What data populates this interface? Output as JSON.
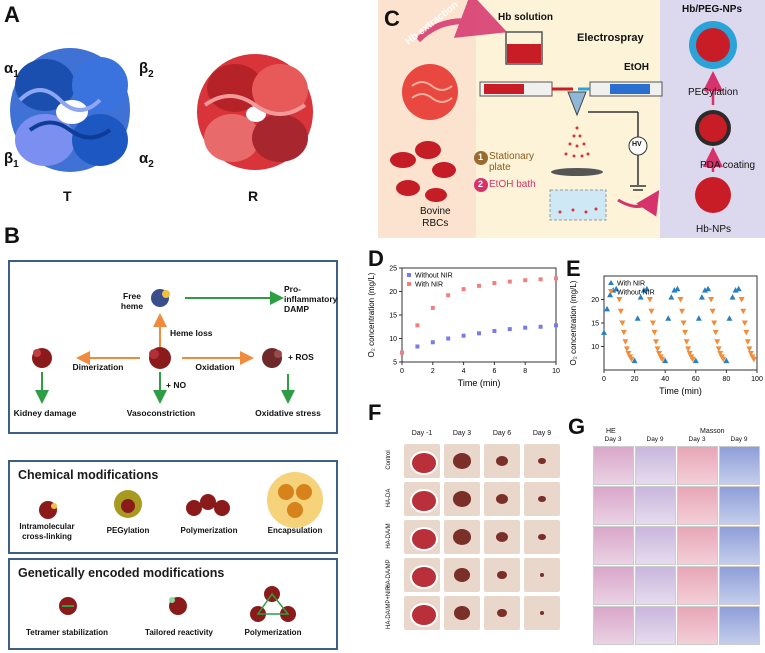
{
  "panels": {
    "A": {
      "label": "A",
      "subunits": [
        "α",
        "β",
        "β",
        "α"
      ],
      "subunit_subs": [
        "1",
        "2",
        "1",
        "2"
      ],
      "states": [
        "T",
        "R"
      ]
    },
    "B": {
      "label": "B",
      "pathway": {
        "free_heme": "Free heme",
        "pro_inflammatory": "Pro-\ninflammatory\nDAMP",
        "heme_loss": "Heme loss",
        "dimerization": "Dimerization",
        "oxidation": "Oxidation",
        "plus_ros": "+ ROS",
        "plus_no": "+ NO",
        "kidney_damage": "Kidney damage",
        "vasoconstriction": "Vasoconstriction",
        "oxidative_stress": "Oxidative stress"
      },
      "chemical": {
        "title": "Chemical modifications",
        "items": [
          "Intramolecular\ncross-linking",
          "PEGylation",
          "Polymerization",
          "Encapsulation"
        ]
      },
      "genetic": {
        "title": "Genetically encoded modifications",
        "items": [
          "Tetramer stabilization",
          "Tailored reactivity",
          "Polymerization"
        ]
      }
    },
    "C": {
      "label": "C",
      "hb_extraction": "Hb extraction",
      "hb_solution": "Hb solution",
      "electrospray": "Electrospray",
      "etoh": "EtOH",
      "hv": "HV",
      "stationary_plate": "Stationary\nplate",
      "step1": "1",
      "step2": "2",
      "etoh_bath": "EtOH bath",
      "bovine_rbcs": "Bovine\nRBCs",
      "hb_peg_nps": "Hb/PEG-NPs",
      "pegylation": "PEGylation",
      "pda_coating": "PDA coating",
      "hb_nps": "Hb-NPs"
    },
    "D": {
      "label": "D"
    },
    "E": {
      "label": "E"
    },
    "F": {
      "label": "F",
      "columns": [
        "Day -1",
        "Day 3",
        "Day 6",
        "Day 9"
      ],
      "rows": [
        "Control",
        "HA-DA",
        "HA-DA/M",
        "HA-DA/MP",
        "HA-DA/MP+NIR"
      ]
    },
    "G": {
      "label": "G",
      "groups": [
        "HE",
        "Masson"
      ],
      "columns": [
        "Day 3",
        "Day 9",
        "Day 3",
        "Day 9"
      ]
    }
  },
  "chart_data": [
    {
      "type": "scatter",
      "panel": "D",
      "xlabel": "Time (min)",
      "ylabel": "O₂ concentration (mg/L)",
      "xlim": [
        0,
        10
      ],
      "ylim": [
        5,
        25
      ],
      "xticks": [
        0,
        2,
        4,
        6,
        8,
        10
      ],
      "yticks": [
        5,
        10,
        15,
        20,
        25
      ],
      "legend": "top-left",
      "series": [
        {
          "name": "Without NIR",
          "color": "#7b7be8",
          "marker": "square",
          "x": [
            0,
            1,
            2,
            3,
            4,
            5,
            6,
            7,
            8,
            9,
            10
          ],
          "y": [
            7.0,
            8.3,
            9.2,
            10.0,
            10.6,
            11.1,
            11.6,
            12.0,
            12.3,
            12.5,
            12.8
          ]
        },
        {
          "name": "With NIR",
          "color": "#f08080",
          "marker": "square",
          "x": [
            0,
            1,
            2,
            3,
            4,
            5,
            6,
            7,
            8,
            9,
            10
          ],
          "y": [
            7.0,
            12.8,
            16.5,
            19.2,
            20.5,
            21.2,
            21.8,
            22.1,
            22.4,
            22.6,
            22.8
          ]
        }
      ]
    },
    {
      "type": "scatter",
      "panel": "E",
      "xlabel": "Time (min)",
      "ylabel": "O₂ concentration (mg/L)",
      "xlim": [
        0,
        100
      ],
      "ylim": [
        5,
        25
      ],
      "xticks": [
        0,
        20,
        40,
        60,
        80,
        100
      ],
      "yticks": [
        10,
        15,
        20
      ],
      "legend": "top-left",
      "series": [
        {
          "name": "With NIR",
          "color": "#2a7fc1",
          "marker": "triangle-up",
          "x": [
            0,
            2,
            4,
            6,
            8,
            20,
            22,
            24,
            26,
            28,
            40,
            42,
            44,
            46,
            48,
            60,
            62,
            64,
            66,
            68,
            80,
            82,
            84,
            86,
            88
          ],
          "y": [
            13,
            18,
            21,
            22,
            22.3,
            7,
            16,
            20.5,
            22,
            22.3,
            7,
            16,
            20.5,
            22,
            22.3,
            7,
            16,
            20.5,
            22,
            22.3,
            7,
            16,
            20.5,
            22,
            22.3
          ]
        },
        {
          "name": "Without NIR",
          "color": "#f28c38",
          "marker": "triangle-down",
          "x": [
            10,
            11,
            12,
            13,
            14,
            15,
            16,
            17,
            18,
            30,
            31,
            32,
            33,
            34,
            35,
            36,
            37,
            38,
            50,
            51,
            52,
            53,
            54,
            55,
            56,
            57,
            58,
            70,
            71,
            72,
            73,
            74,
            75,
            76,
            77,
            78,
            90,
            91,
            92,
            93,
            94,
            95,
            96,
            97,
            98
          ],
          "y": [
            20,
            17.5,
            15,
            13,
            11,
            9.5,
            8.5,
            7.8,
            7.3,
            20,
            17.5,
            15,
            13,
            11,
            9.5,
            8.5,
            7.8,
            7.3,
            20,
            17.5,
            15,
            13,
            11,
            9.5,
            8.5,
            7.8,
            7.3,
            20,
            17.5,
            15,
            13,
            11,
            9.5,
            8.5,
            7.8,
            7.3,
            20,
            17.5,
            15,
            13,
            11,
            9.5,
            8.5,
            7.8,
            7.3
          ]
        }
      ]
    }
  ],
  "colors": {
    "panel_border": "#3d5f86",
    "arrow_green": "#2e9e45",
    "arrow_orange": "#f08a3c",
    "hb_blue": "#1f5fc9",
    "hb_red": "#d8343a",
    "panelC_bg_left": "#fbe3cf",
    "panelC_bg_mid": "#fdf3d8",
    "panelC_bg_right": "#dcd8ee",
    "accent_pink": "#d6336c"
  }
}
